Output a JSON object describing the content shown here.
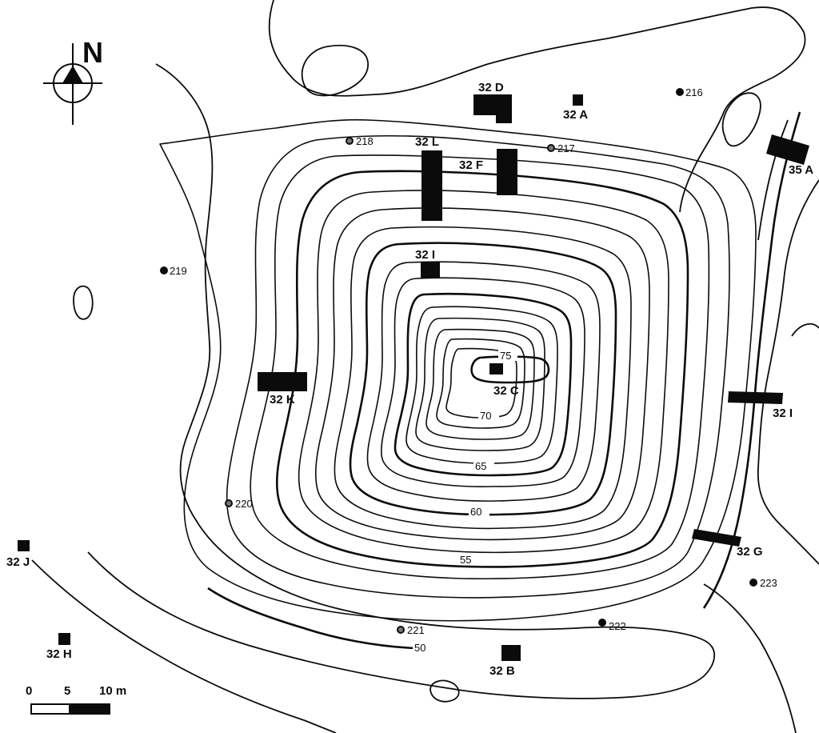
{
  "north_arrow": {
    "label": "N",
    "icon": "north-arrow-icon"
  },
  "scale_bar": {
    "ticks": [
      "0",
      "5",
      "10 m"
    ]
  },
  "contour_labels": [
    "75",
    "70",
    "65",
    "60",
    "55",
    "50"
  ],
  "units": {
    "u32D": "32 D",
    "u32A": "32 A",
    "u32L": "32 L",
    "u32F": "32 F",
    "u35A": "35 A",
    "u32I_upper": "32 I",
    "u32C": "32 C",
    "u32K": "32 K",
    "u32I": "32 I",
    "u32G": "32 G",
    "u32J": "32 J",
    "u32H": "32 H",
    "u32B": "32 B"
  },
  "points": {
    "p216": "216",
    "p217": "217",
    "p218": "218",
    "p219": "219",
    "p220": "220",
    "p221": "221",
    "p222": "222",
    "p223": "223"
  }
}
